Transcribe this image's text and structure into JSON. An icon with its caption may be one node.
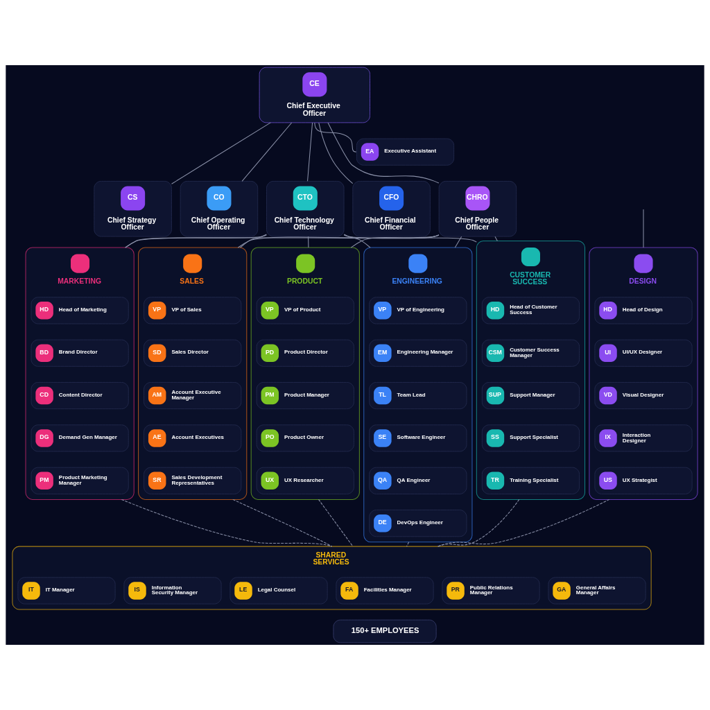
{
  "diagram": {
    "nodes": [
      {
        "text": [
          "CE",
          "Chief Executive Officer"
        ]
      },
      {
        "text": [
          "EA",
          "Executive Assistant"
        ]
      },
      {
        "text": [
          "CS",
          "Chief Strategy Officer"
        ]
      },
      {
        "text": [
          "CO",
          "Chief Operating Officer"
        ]
      },
      {
        "text": [
          "CTO",
          "Chief Technology Officer"
        ]
      },
      {
        "text": [
          "CFO",
          "Chief Financial Officer"
        ]
      },
      {
        "text": [
          "CHRO",
          "Chief People Officer"
        ]
      },
      {
        "text": [
          "MARKETING"
        ]
      },
      {
        "text": [
          "HD",
          "Head of Marketing"
        ],
        "in": 7
      },
      {
        "text": [
          "BD",
          "Brand Director"
        ],
        "in": 7
      },
      {
        "text": [
          "CD",
          "Content Director"
        ],
        "in": 7
      },
      {
        "text": [
          "DG",
          "Demand Gen Manager"
        ],
        "in": 7
      },
      {
        "text": [
          "PM",
          "Product Marketing Manager"
        ],
        "in": 7
      },
      {
        "text": [
          "SALES"
        ]
      },
      {
        "text": [
          "VP",
          "VP of Sales"
        ],
        "in": 13
      },
      {
        "text": [
          "SD",
          "Sales Director"
        ],
        "in": 13
      },
      {
        "text": [
          "AM",
          "Account Executive Manager"
        ],
        "in": 13
      },
      {
        "text": [
          "AE",
          "Account Executives"
        ],
        "in": 13
      },
      {
        "text": [
          "SR",
          "Sales Development Representatives"
        ],
        "in": 13
      },
      {
        "text": [
          "PRODUCT"
        ]
      },
      {
        "text": [
          "VP",
          "VP of Product"
        ],
        "in": 19
      },
      {
        "text": [
          "PD",
          "Product Director"
        ],
        "in": 19
      },
      {
        "text": [
          "PM",
          "Product Manager"
        ],
        "in": 19
      },
      {
        "text": [
          "PO",
          "Product Owner"
        ],
        "in": 19
      },
      {
        "text": [
          "UX",
          "UX Researcher"
        ],
        "in": 19
      },
      {
        "text": [
          "ENGINEERING"
        ]
      },
      {
        "text": [
          "VP",
          "VP of Engineering"
        ],
        "in": 25
      },
      {
        "text": [
          "EM",
          "Engineering Manager"
        ],
        "in": 25
      },
      {
        "text": [
          "TL",
          "Team Lead"
        ],
        "in": 25
      },
      {
        "text": [
          "SE",
          "Software Engineer"
        ],
        "in": 25
      },
      {
        "text": [
          "QA",
          "QA Engineer"
        ],
        "in": 25
      },
      {
        "text": [
          "DE",
          "DevOps Engineer"
        ],
        "in": 25
      },
      {
        "text": [
          "CUSTOMER SUCCESS"
        ]
      },
      {
        "text": [
          "HD",
          "Head of Customer Success"
        ],
        "in": 32
      },
      {
        "text": [
          "CSM",
          "Customer Success Manager"
        ],
        "in": 32
      },
      {
        "text": [
          "SUP",
          "Support Manager"
        ],
        "in": 32
      },
      {
        "text": [
          "SS",
          "Support Specialist"
        ],
        "in": 32
      },
      {
        "text": [
          "TR",
          "Training Specialist"
        ],
        "in": 32
      },
      {
        "text": [
          "DESIGN"
        ]
      },
      {
        "text": [
          "HD",
          "Head of Design"
        ],
        "in": 38
      },
      {
        "text": [
          "UI",
          "UI/UX Designer"
        ],
        "in": 38
      },
      {
        "text": [
          "VD",
          "Visual Designer"
        ],
        "in": 38
      },
      {
        "text": [
          "IX",
          "Interaction Designer"
        ],
        "in": 38
      },
      {
        "text": [
          "US",
          "UX Strategist"
        ],
        "in": 38
      },
      {
        "text": [
          "SHARED SERVICES"
        ]
      },
      {
        "text": [
          "IT",
          "IT Manager"
        ],
        "in": 44
      },
      {
        "text": [
          "IS",
          "Information Security Manager"
        ],
        "in": 44
      },
      {
        "text": [
          "LE",
          "Legal Counsel"
        ],
        "in": 44
      },
      {
        "text": [
          "FA",
          "Facilities Manager"
        ],
        "in": 44
      },
      {
        "text": [
          "PR",
          "Public Relations Manager"
        ],
        "in": 44
      },
      {
        "text": [
          "GA",
          "General Affairs Manager"
        ],
        "in": 44
      },
      {
        "text": [
          "150+ EMPLOYEES"
        ]
      }
    ],
    "edges": [
      {
        "from": 0,
        "to": 1,
        "arrow": "none"
      },
      {
        "from": 0,
        "to": 2,
        "arrow": "none"
      },
      {
        "from": 0,
        "to": 3,
        "arrow": "none"
      },
      {
        "from": 0,
        "to": 4,
        "arrow": "none"
      },
      {
        "from": 0,
        "to": 5,
        "arrow": "none"
      },
      {
        "from": 0,
        "to": 6,
        "arrow": "none"
      },
      {
        "from": 4,
        "to": 7,
        "arrow": "none"
      },
      {
        "from": 4,
        "to": 13,
        "arrow": "none"
      },
      {
        "from": 4,
        "to": 19,
        "arrow": "none"
      },
      {
        "from": 4,
        "to": 25,
        "arrow": "none"
      },
      {
        "from": 4,
        "to": 32,
        "arrow": "none"
      },
      {
        "from": 6,
        "to": 7,
        "arrow": "none"
      },
      {
        "from": 6,
        "to": 13,
        "arrow": "none"
      },
      {
        "from": 6,
        "to": 19,
        "arrow": "none"
      },
      {
        "from": 6,
        "to": 25,
        "arrow": "none"
      },
      {
        "from": 6,
        "to": 32,
        "arrow": "none"
      },
      {
        "from": null,
        "to": 38,
        "arrow": "none"
      },
      {
        "from": 7,
        "to": 44,
        "arrow": "none",
        "style": "dashed"
      },
      {
        "from": 13,
        "to": 44,
        "arrow": "none",
        "style": "dashed"
      },
      {
        "from": 19,
        "to": 44,
        "arrow": "none",
        "style": "dashed"
      },
      {
        "from": 25,
        "to": 44,
        "arrow": "none",
        "style": "dashed"
      },
      {
        "from": 32,
        "to": 44,
        "arrow": "none",
        "style": "dashed"
      },
      {
        "from": 38,
        "to": 44,
        "arrow": "none",
        "style": "dashed"
      }
    ]
  }
}
